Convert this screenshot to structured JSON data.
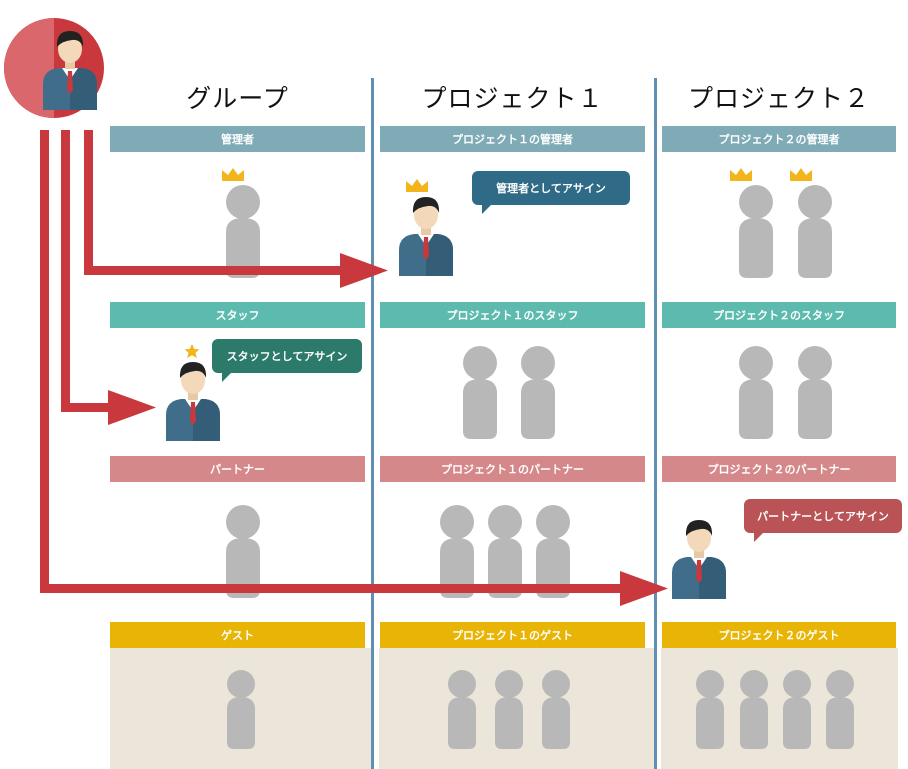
{
  "columns": {
    "group": "グループ",
    "project1": "プロジェクト１",
    "project2": "プロジェクト２"
  },
  "roles": {
    "group": {
      "admin": "管理者",
      "staff": "スタッフ",
      "partner": "パートナー",
      "guest": "ゲスト"
    },
    "project1": {
      "admin": "プロジェクト１の管理者",
      "staff": "プロジェクト１のスタッフ",
      "partner": "プロジェクト１のパートナー",
      "guest": "プロジェクト１のゲスト"
    },
    "project2": {
      "admin": "プロジェクト２の管理者",
      "staff": "プロジェクト２のスタッフ",
      "partner": "プロジェクト２のパートナー",
      "guest": "プロジェクト２のゲスト"
    }
  },
  "bubbles": {
    "admin": "管理者としてアサイン",
    "staff": "スタッフとしてアサイン",
    "partner": "パートナーとしてアサイン"
  },
  "colors": {
    "admin": "#7eabb6",
    "staff": "#5cbbae",
    "partner": "#d5888a",
    "guest": "#e8b506",
    "divider": "#5f8fb3",
    "arrow": "#c9383c",
    "person_gray": "#b8b8b8",
    "guest_bg": "#ece5da",
    "admin_bubble": "#2f6a86",
    "staff_bubble": "#2b7a6a",
    "partner_bubble": "#b95355",
    "crown": "#f2b51c"
  }
}
